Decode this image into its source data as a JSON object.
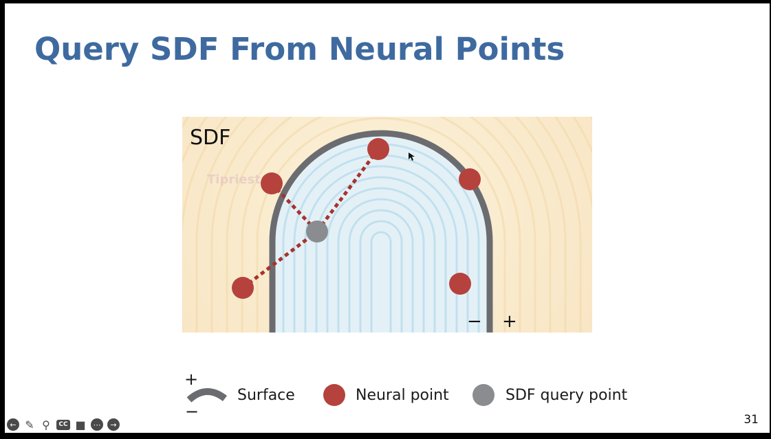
{
  "slide": {
    "title": "Query SDF From Neural Points",
    "page_number": "31"
  },
  "figure": {
    "label": "SDF",
    "watermark": "Tipriest",
    "minus_sign": "−",
    "plus_sign": "+",
    "colors": {
      "neural_point": "#b5423c",
      "query_point": "#8a8c90",
      "surface": "#6b6c70",
      "link": "#a8322c"
    }
  },
  "legend": {
    "plus": "+",
    "minus": "−",
    "surface_label": "Surface",
    "neural_label": "Neural point",
    "query_label": "SDF query point"
  },
  "controls": {
    "icons": [
      "previous-icon",
      "pen-icon",
      "zoom-icon",
      "captions-icon",
      "video-icon",
      "more-icon",
      "next-icon"
    ],
    "captions_text": "CC"
  }
}
